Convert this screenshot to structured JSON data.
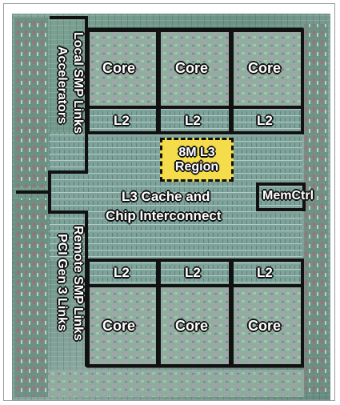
{
  "labels": {
    "cores_top": [
      "Core",
      "Core",
      "Core"
    ],
    "l2_top": [
      "L2",
      "L2",
      "L2"
    ],
    "l2_bottom": [
      "L2",
      "L2",
      "L2"
    ],
    "cores_bottom": [
      "Core",
      "Core",
      "Core"
    ],
    "l3_region_line1": "8M L3",
    "l3_region_line2": "Region",
    "l3_cache_line1": "L3 Cache and",
    "l3_cache_line2": "Chip Interconnect",
    "memctrl": "MemCtrl",
    "left_top_line1": "Local SMP Links",
    "left_top_line2": "Accelerators",
    "left_bottom_line1": "Remote SMP Links",
    "left_bottom_line2": "PCI Gen 3 Links"
  },
  "colors": {
    "die_base": "#6f9a8c",
    "block_outline": "#111111",
    "l3_region_fill": "#f4dc4a",
    "label_text": "#ffffff"
  }
}
